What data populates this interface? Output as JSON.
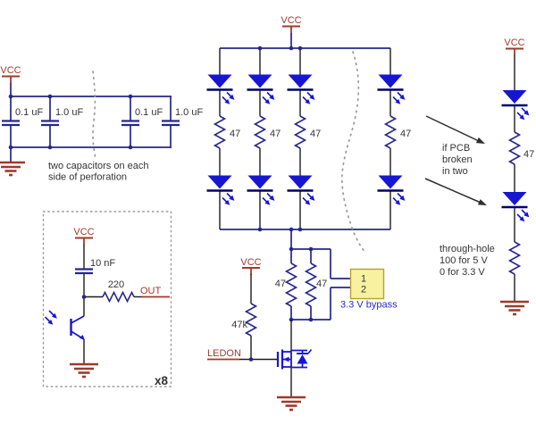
{
  "labels": {
    "vcc": "VCC",
    "out": "OUT",
    "ledon": "LEDON"
  },
  "capacitor_bank": {
    "values": [
      "0.1 uF",
      "1.0 uF",
      "0.1 uF",
      "1.0 uF"
    ],
    "note": [
      "two capacitors on each",
      "side of perforation"
    ]
  },
  "sensor_unit": {
    "capacitor": "10 nF",
    "resistor": "220",
    "multiplier": "x8"
  },
  "led_matrix": {
    "resistors": [
      "47",
      "47",
      "47",
      "47"
    ]
  },
  "bypass": {
    "resistors": [
      "47",
      "47"
    ],
    "pins": [
      "1",
      "2"
    ],
    "label": "3.3 V bypass"
  },
  "mosfet_circuit": {
    "pullup": "47k"
  },
  "annotations": {
    "if_broken": [
      "if PCB",
      "broken",
      "in two"
    ],
    "through_hole": [
      "through-hole",
      "100 for 5 V",
      "0 for 3.3 V"
    ]
  },
  "right_branch": {
    "resistor": "47"
  },
  "colors": {
    "background": "#ffffff",
    "wire_blue": "#26268c",
    "component_blue": "#1616d2",
    "led_bar": "#00006a",
    "black_wire": "#1c1c1c",
    "net_red": "#9e3a2d",
    "text_dark": "#333333",
    "annot_dark": "#2e2e2e",
    "dotted_gray": "#999999",
    "bypass_fill": "#f8f2a0",
    "bypass_border": "#b7a12a",
    "bypass_text_blue": "#2a2ac8"
  }
}
